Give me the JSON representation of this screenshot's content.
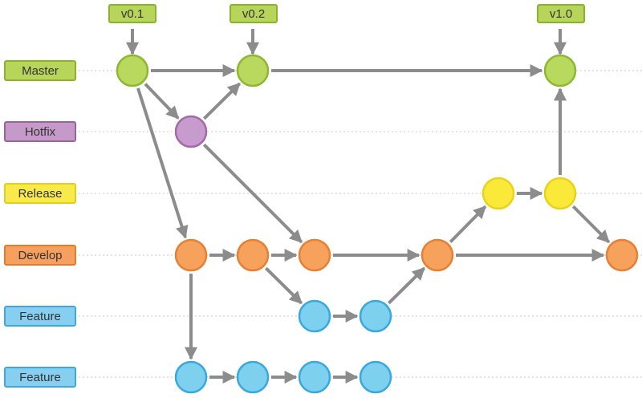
{
  "lanes": [
    {
      "label": "Master",
      "fill": "#b7d45b",
      "border": "#8bb32a"
    },
    {
      "label": "Hotfix",
      "fill": "#c59ac9",
      "border": "#9a63a0"
    },
    {
      "label": "Release",
      "fill": "#f7ea4a",
      "border": "#e0cf1f"
    },
    {
      "label": "Develop",
      "fill": "#f5a05f",
      "border": "#e07d2f"
    },
    {
      "label": "Feature",
      "fill": "#86cff0",
      "border": "#3ea9dc"
    },
    {
      "label": "Feature",
      "fill": "#86cff0",
      "border": "#3ea9dc"
    }
  ],
  "tags": [
    "v0.1",
    "v0.2",
    "v1.0"
  ],
  "colors": {
    "master": "#b9d85e",
    "hotfix": "#c79bcd",
    "release": "#fbe93a",
    "develop": "#f6a25c",
    "feature": "#7ed0ef",
    "arrow": "#8c8c8c",
    "guide": "#c8c8c8"
  }
}
